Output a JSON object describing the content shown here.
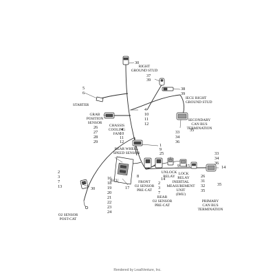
{
  "labels": {
    "starter": "STARTER",
    "right_ground_stud": [
      "RIGHT",
      "GROUND STUD"
    ],
    "iecu_right_ground_stud": [
      "IECU RIGHT",
      "GROUND STUD"
    ],
    "grab_position_sensor": [
      "GRAB",
      "POSITION",
      "SENSOR"
    ],
    "chassis_cooling_fan": [
      "CHASSIS",
      "COOLING",
      "FAN"
    ],
    "secondary_can_bus_termination": [
      "SECONDARY",
      "CAN BUS",
      "TERMINATION"
    ],
    "rear_wheel_speed_sensor": [
      "REAR WHEEL",
      "SPEED SENSOR"
    ],
    "iecu": "IECU",
    "front_o2_sensor_pre_cat": [
      "FRONT",
      "O2 SENSOR",
      "PRE-CAT"
    ],
    "unlock_relay": [
      "UNLOCK",
      "RELAY"
    ],
    "lock_relay": [
      "LOCK",
      "RELAY"
    ],
    "inertial_measurement_unit": [
      "INERTIAL",
      "MEASUREMENT",
      "UNIT",
      "(IMU)"
    ],
    "rear_o2_sensor_pre_cat": [
      "REAR",
      "O2 SENSOR",
      "PRE-CAT"
    ],
    "primary_can_bus_termination": [
      "PRIMARY",
      "CAN BUS",
      "TERMINATION"
    ],
    "o2_sensor_post_cat": [
      "O2 SENSOR",
      "POST-CAT"
    ]
  },
  "callouts": {
    "n30_top": "30",
    "n37": "37",
    "n39_a": "39",
    "n38": "38",
    "n39_b": "39",
    "n5": "5",
    "n6": "6",
    "starter_group": [
      "4",
      "10",
      "11",
      "12"
    ],
    "grab_group": [
      "26",
      "27",
      "28",
      "29"
    ],
    "fan_group": [
      "4",
      "10",
      "11",
      "12"
    ],
    "secondary_group": [
      "33",
      "34",
      "36"
    ],
    "n35_a": "35",
    "rear_wheel_group": [
      "1",
      "9",
      "25"
    ],
    "left_group": [
      "2",
      "3",
      "7",
      "13"
    ],
    "n30_bottom": "30",
    "iecu_group": [
      "16",
      "18",
      "19",
      "20",
      "21",
      "22",
      "23",
      "24"
    ],
    "n17": "17",
    "n8": "8",
    "n14_a": "14",
    "rear_o2_group": [
      "2",
      "3",
      "7"
    ],
    "n9": "9",
    "n15": "15",
    "imu_group_right": [
      "26",
      "31",
      "32",
      "35"
    ],
    "primary_group": [
      "33",
      "34",
      "36"
    ],
    "n14_b": "14",
    "n35_b": "35"
  },
  "footer": "Rendered by LeadVenture, Inc."
}
